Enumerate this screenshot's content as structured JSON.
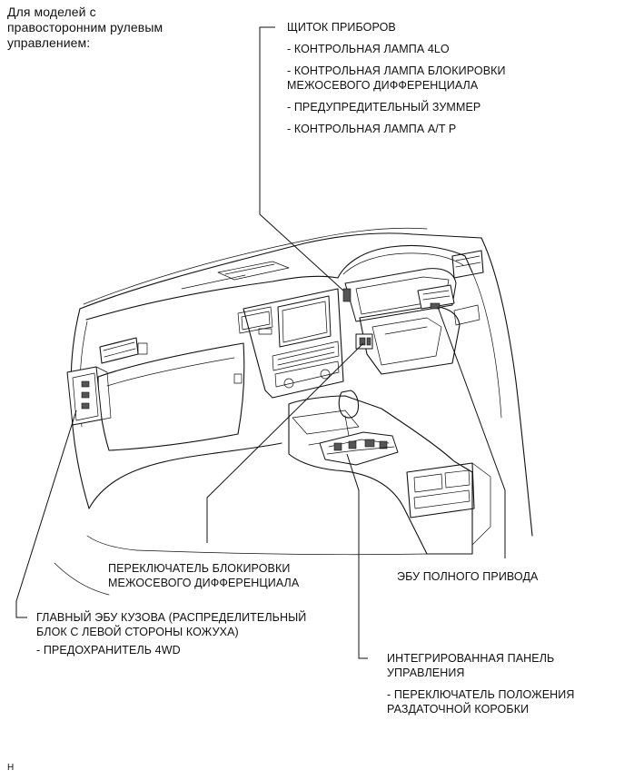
{
  "note": {
    "lines": [
      "Для моделей с",
      "правосторонним рулевым",
      "управлением:"
    ]
  },
  "callouts": {
    "instrument_cluster": {
      "title": "ЩИТОК ПРИБОРОВ",
      "items": [
        [
          "- КОНТРОЛЬНАЯ ЛАМПА 4LO"
        ],
        [
          "- КОНТРОЛЬНАЯ ЛАМПА БЛОКИРОВКИ",
          "МЕЖОСЕВОГО ДИФФЕРЕНЦИАЛА"
        ],
        [
          "- ПРЕДУПРЕДИТЕЛЬНЫЙ ЗУММЕР"
        ],
        [
          "- КОНТРОЛЬНАЯ ЛАМПА A/T P"
        ]
      ]
    },
    "center_diff_lock_switch": {
      "lines": [
        "ПЕРЕКЛЮЧАТЕЛЬ БЛОКИРОВКИ",
        "МЕЖОСЕВОГО ДИФФЕРЕНЦИАЛА"
      ]
    },
    "four_wd_ecu": {
      "lines": [
        "ЭБУ ПОЛНОГО ПРИВОДА"
      ]
    },
    "main_body_ecu": {
      "lines": [
        "ГЛАВНЫЙ ЭБУ КУЗОВА (РАСПРЕДЕЛИТЕЛЬНЫЙ",
        "БЛОК С ЛЕВОЙ СТОРОНЫ КОЖУХА)"
      ],
      "items": [
        [
          "- ПРЕДОХРАНИТЕЛЬ 4WD"
        ]
      ]
    },
    "integrated_control_panel": {
      "lines": [
        "ИНТЕГРИРОВАННАЯ ПАНЕЛЬ",
        "УПРАВЛЕНИЯ"
      ],
      "items": [
        [
          "- ПЕРЕКЛЮЧАТЕЛЬ ПОЛОЖЕНИЯ",
          "РАЗДАТОЧНОЙ КОРОБКИ"
        ]
      ]
    }
  },
  "corner_mark": "H"
}
